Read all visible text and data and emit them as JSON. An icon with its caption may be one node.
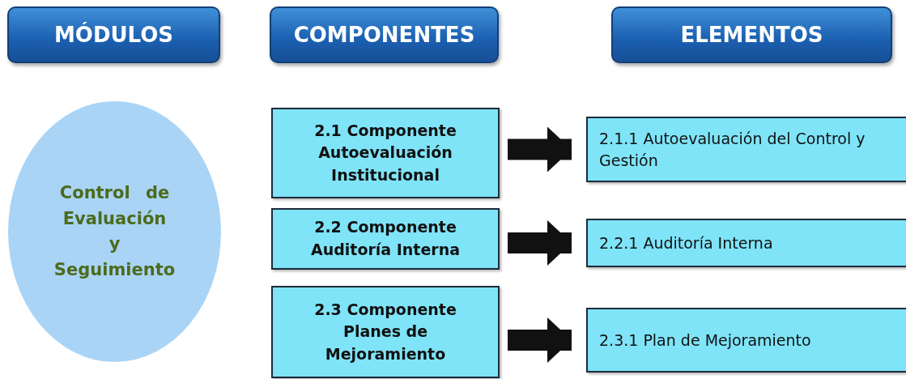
{
  "diagram": {
    "nodes": [
      {
        "text": [
          "MÓDULOS"
        ]
      },
      {
        "text": [
          "COMPONENTES"
        ]
      },
      {
        "text": [
          "ELEMENTOS"
        ]
      },
      {
        "text": [
          "Control de Evaluación y Seguimiento"
        ]
      },
      {
        "text": [
          "2.1 Componente Autoevaluación Institucional"
        ]
      },
      {
        "text": [
          "2.1.1 Autoevaluación del Control y Gestión"
        ]
      },
      {
        "text": [
          "2.2 Componente Auditoría Interna"
        ]
      },
      {
        "text": [
          "2.2.1 Auditoría Interna"
        ]
      },
      {
        "text": [
          "2.3 Componente Planes de Mejoramiento"
        ]
      },
      {
        "text": [
          "2.3.1 Plan de Mejoramiento"
        ]
      }
    ],
    "edges": [
      {
        "from": 4,
        "to": 5,
        "arrow": "to"
      },
      {
        "from": 6,
        "to": 7,
        "arrow": "to"
      },
      {
        "from": 8,
        "to": 9,
        "arrow": "to"
      }
    ]
  }
}
